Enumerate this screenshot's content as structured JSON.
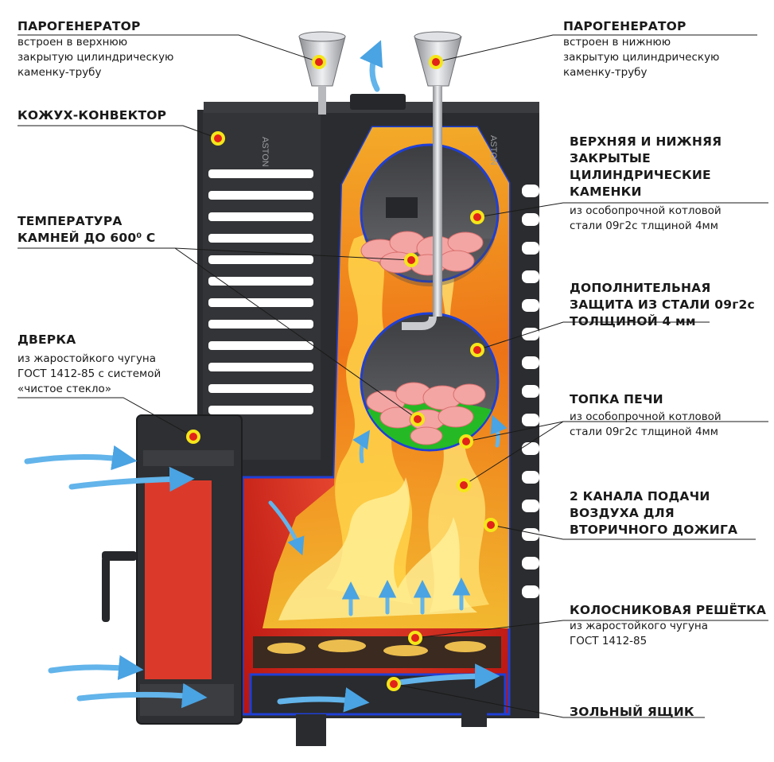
{
  "brand_left": "ASTON",
  "brand_right": "ASTON",
  "callouts": {
    "steam_top": {
      "title": "ПАРОГЕНЕРАТОР",
      "desc": [
        "встроен в верхнюю",
        "закрытую цилиндрическую",
        "каменку-трубу"
      ]
    },
    "steam_bottom": {
      "title": "ПАРОГЕНЕРАТОР",
      "desc": [
        "встроен в нижнюю",
        "закрытую цилиндрическую",
        "каменку-трубу"
      ]
    },
    "casing": {
      "title": "КОЖУХ-КОНВЕКТОР"
    },
    "chambers": {
      "title": [
        "ВЕРХНЯЯ И НИЖНЯЯ",
        "ЗАКРЫТЫЕ",
        "ЦИЛИНДРИЧЕСКИЕ",
        "КАМЕНКИ"
      ],
      "desc": [
        "из особопрочной котловой",
        "стали 09г2с тлщиной 4мм"
      ]
    },
    "temperature": {
      "title": [
        "ТЕМПЕРАТУРА",
        "КАМНЕЙ ДО 600⁰ С"
      ]
    },
    "protection": {
      "title": [
        "ДОПОЛНИТЕЛЬНАЯ",
        "ЗАЩИТА ИЗ СТАЛИ 09г2с",
        "ТОЛЩИНОЙ 4 мм"
      ]
    },
    "door": {
      "title": "ДВЕРКА",
      "desc": [
        "из жаростойкого чугуна",
        "ГОСТ 1412-85 с системой",
        "«чистое стекло»"
      ]
    },
    "firebox": {
      "title": "ТОПКА ПЕЧИ",
      "desc": [
        "из особопрочной котловой",
        "стали 09г2с тлщиной 4мм"
      ]
    },
    "air_channels": {
      "title": [
        "2 КАНАЛА ПОДАЧИ",
        "ВОЗДУХА ДЛЯ",
        "ВТОРИЧНОГО ДОЖИГА"
      ]
    },
    "grate": {
      "title": "КОЛОСНИКОВАЯ РЕШЁТКА",
      "desc": [
        "из жаростойкого чугуна",
        "ГОСТ 1412-85"
      ]
    },
    "ash": {
      "title": "ЗОЛЬНЫЙ ЯЩИК"
    }
  },
  "colors": {
    "casing": "#2f3033",
    "fire_panel": "#e0241b",
    "outline": "#1f3fd6",
    "marker_ring": "#f5e61a",
    "marker_core": "#e2231a",
    "airflow": "#7ec3ee",
    "accent_green": "#1ec31e"
  }
}
